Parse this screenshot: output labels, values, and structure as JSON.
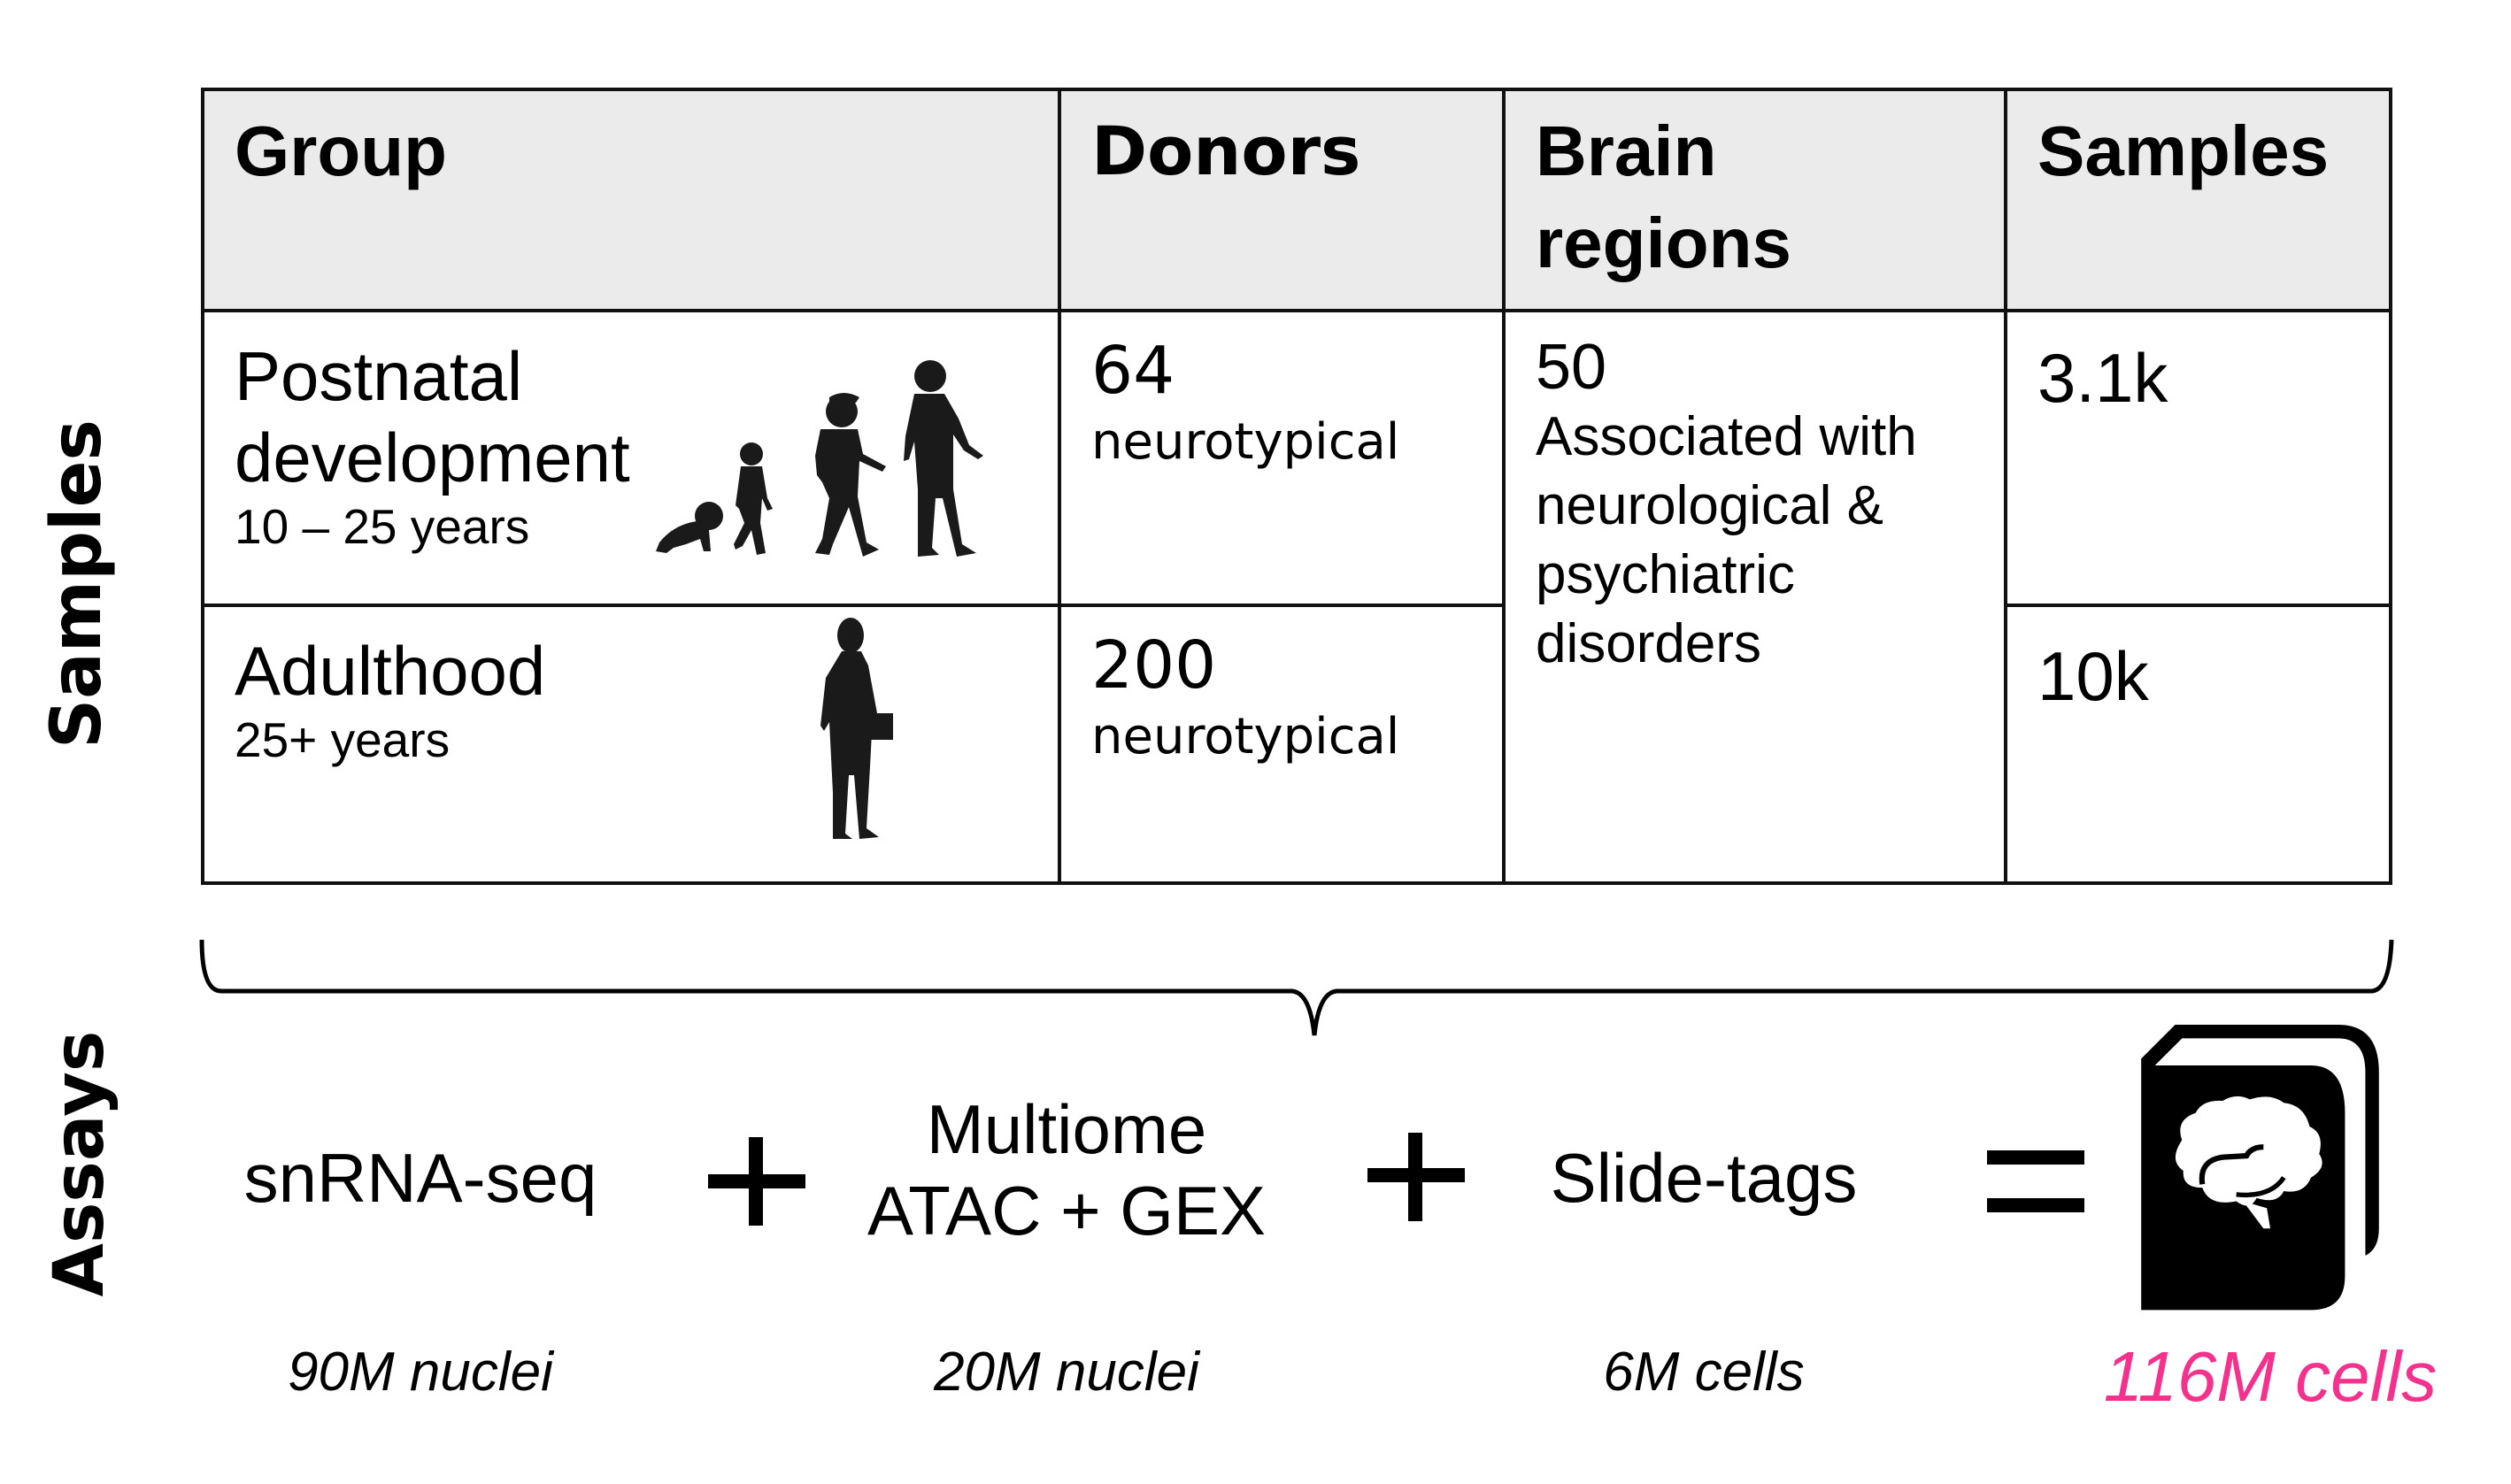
{
  "side_labels": {
    "samples": "Samples",
    "assays": "Assays"
  },
  "table": {
    "headers": [
      "Group",
      "Donors",
      "Brain regions",
      "Samples"
    ],
    "header_lines": {
      "brain_regions": [
        "Brain",
        "regions"
      ]
    },
    "rows": [
      {
        "group_title_lines": [
          "Postnatal",
          "development"
        ],
        "group_age": "10 – 25 years",
        "illustration": "child-growth-silhouettes",
        "donors_count": "64",
        "donors_type": "neurotypical",
        "samples": "3.1k"
      },
      {
        "group_title_lines": [
          "Adulthood"
        ],
        "group_age": "25+ years",
        "illustration": "adult-silhouette",
        "donors_count": "200",
        "donors_type": "neurotypical",
        "samples": "10k"
      }
    ],
    "brain_regions": {
      "count": "50",
      "description_lines": [
        "Associated with",
        "neurological &",
        "psychiatric",
        "disorders"
      ]
    }
  },
  "assays": {
    "items": [
      {
        "label_lines": [
          "snRNA-seq"
        ],
        "count": "90M nuclei"
      },
      {
        "label_lines": [
          "Multiome",
          "ATAC + GEX"
        ],
        "count": "20M nuclei"
      },
      {
        "label_lines": [
          "Slide-tags"
        ],
        "count": "6M cells"
      }
    ],
    "operators": [
      "+",
      "+",
      "="
    ],
    "result": {
      "icon": "brain-book-icon",
      "count": "116M cells",
      "color": "#f4328e"
    }
  }
}
